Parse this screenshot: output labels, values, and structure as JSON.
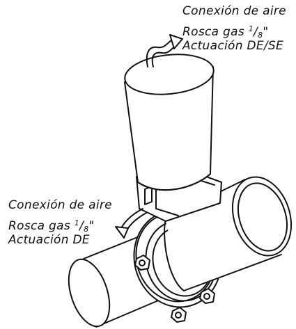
{
  "callout_top": {
    "line1": "Conexión de aire",
    "line2_prefix": "Rosca gas ",
    "line2_num": "1",
    "line2_sep": "/",
    "line2_den": "8",
    "line2_suffix": "\"",
    "line3": "Actuación DE/SE"
  },
  "callout_left": {
    "line1": "Conexión de aire",
    "line2_prefix": "Rosca gas ",
    "line2_num": "1",
    "line2_sep": "/",
    "line2_den": "8",
    "line2_suffix": "\"",
    "line3": "Actuación DE"
  },
  "colors": {
    "ink": "#111111",
    "paper": "#ffffff"
  }
}
